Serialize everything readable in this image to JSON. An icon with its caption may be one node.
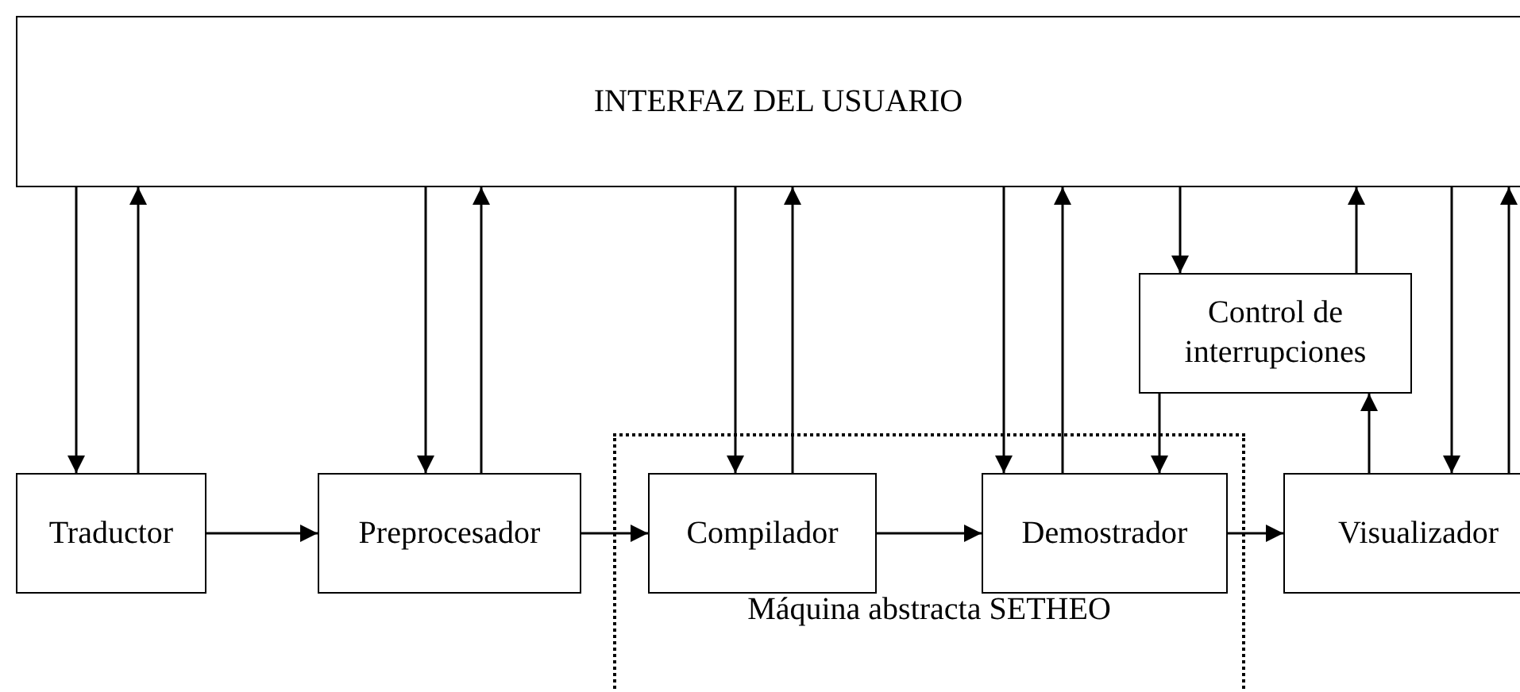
{
  "diagram": {
    "nodes": [
      {
        "text": [
          "INTERFAZ DEL USUARIO"
        ]
      },
      {
        "text": [
          "Traductor"
        ]
      },
      {
        "text": [
          "Preprocesador"
        ]
      },
      {
        "text": [
          "Máquina abstracta SETHEO"
        ]
      },
      {
        "text": [
          "Compilador"
        ],
        "in": 3
      },
      {
        "text": [
          "Demostrador"
        ],
        "in": 3
      },
      {
        "text": [
          "Control de interrupciones"
        ]
      },
      {
        "text": [
          "Visualizador"
        ]
      }
    ],
    "edges": [
      {
        "from": 0,
        "to": 1,
        "arrow": "to"
      },
      {
        "from": 1,
        "to": 0,
        "arrow": "to"
      },
      {
        "from": 0,
        "to": 2,
        "arrow": "to"
      },
      {
        "from": 2,
        "to": 0,
        "arrow": "to"
      },
      {
        "from": 0,
        "to": 4,
        "arrow": "to"
      },
      {
        "from": 4,
        "to": 0,
        "arrow": "to"
      },
      {
        "from": 0,
        "to": 5,
        "arrow": "to"
      },
      {
        "from": 5,
        "to": 0,
        "arrow": "to"
      },
      {
        "from": 0,
        "to": 6,
        "arrow": "to"
      },
      {
        "from": 6,
        "to": 0,
        "arrow": "to"
      },
      {
        "from": 6,
        "to": 5,
        "arrow": "to"
      },
      {
        "from": 7,
        "to": 6,
        "arrow": "to"
      },
      {
        "from": 0,
        "to": 7,
        "arrow": "to"
      },
      {
        "from": 7,
        "to": 0,
        "arrow": "to"
      },
      {
        "from": 1,
        "to": 2,
        "arrow": "to"
      },
      {
        "from": 2,
        "to": 4,
        "arrow": "to"
      },
      {
        "from": 4,
        "to": 5,
        "arrow": "to"
      },
      {
        "from": 5,
        "to": 7,
        "arrow": "to"
      }
    ]
  }
}
